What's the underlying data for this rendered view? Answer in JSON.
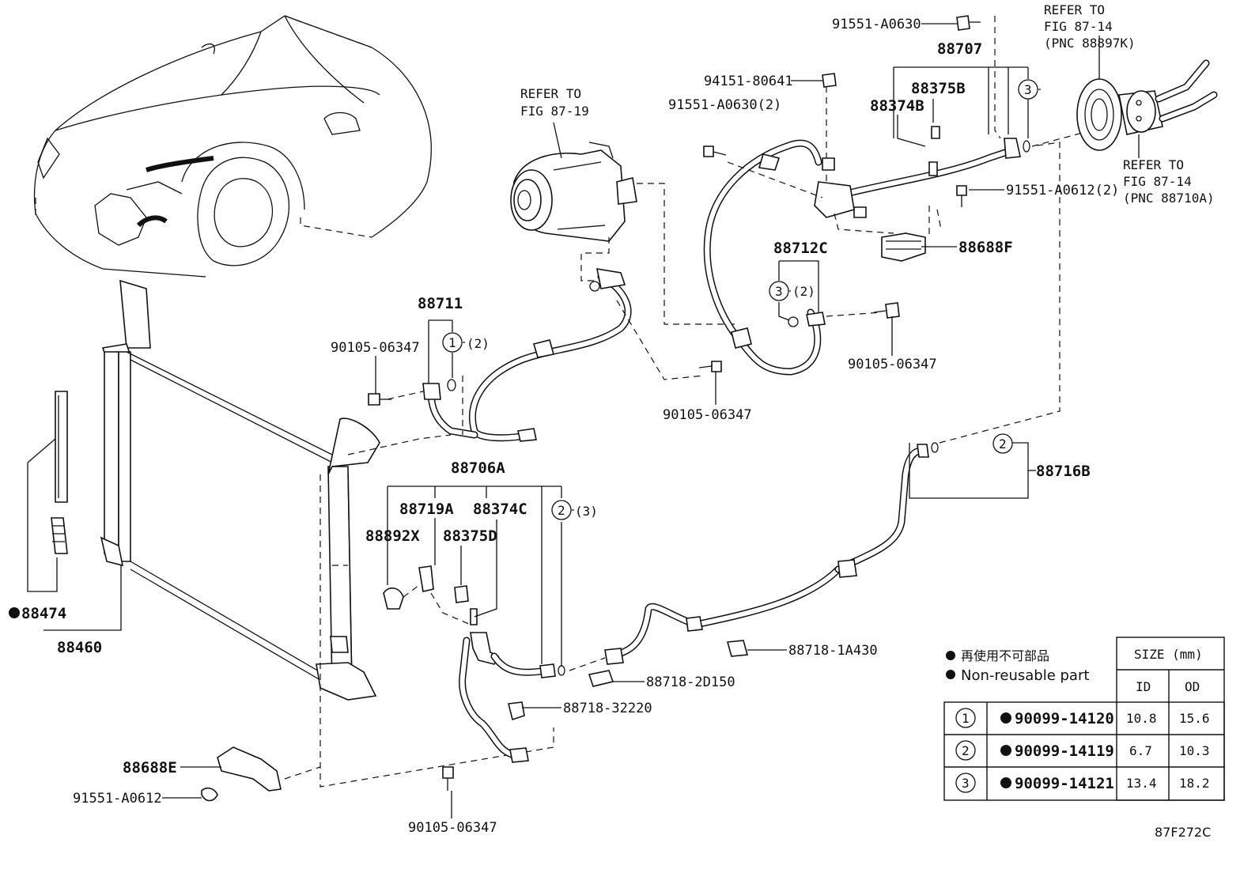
{
  "labels": {
    "p91551_A0630": "91551-A0630",
    "p88707": "88707",
    "ref_87_14_k_1": "REFER TO",
    "ref_87_14_k_2": "FIG 87-14",
    "ref_87_14_k_3": "(PNC 88897K)",
    "p94151_80641": "94151-80641",
    "p91551_A0630_2": "91551-A0630(2)",
    "p88375B": "88375B",
    "p88374B": "88374B",
    "ref_87_19_1": "REFER TO",
    "ref_87_19_2": "FIG 87-19",
    "ref_87_14_a_1": "REFER TO",
    "ref_87_14_a_2": "FIG 87-14",
    "ref_87_14_a_3": "(PNC 88710A)",
    "p91551_A0612_2": "91551-A0612(2)",
    "p88688F": "88688F",
    "p88712C": "88712C",
    "p88712C_qty": "(2)",
    "p88711": "88711",
    "p88711_qty": "(2)",
    "p90105_06347_a": "90105-06347",
    "p90105_06347_b": "90105-06347",
    "p90105_06347_c": "90105-06347",
    "p90105_06347_d": "90105-06347",
    "p88706A": "88706A",
    "p88716B": "88716B",
    "p88719A": "88719A",
    "p88374C": "88374C",
    "p88706A_qty": "(3)",
    "p88892X": "88892X",
    "p88375D": "88375D",
    "p88474": "88474",
    "p88460": "88460",
    "p88718_1A430": "88718-1A430",
    "p88718_2D150": "88718-2D150",
    "p88718_32220": "88718-32220",
    "p88688E": "88688E",
    "p91551_A0612": "91551-A0612",
    "figure_code": "87F272C",
    "circle_1": "1",
    "circle_2": "2",
    "circle_3": "3"
  },
  "legend": {
    "jp": "再使用不可部品",
    "en": "Non-reusable part"
  },
  "size_table": {
    "title": "SIZE (mm)",
    "col_id": "ID",
    "col_od": "OD",
    "rows": [
      {
        "mark": "1",
        "part": "90099-14120",
        "id": "10.8",
        "od": "15.6"
      },
      {
        "mark": "2",
        "part": "90099-14119",
        "id": "6.7",
        "od": "10.3"
      },
      {
        "mark": "3",
        "part": "90099-14121",
        "id": "13.4",
        "od": "18.2"
      }
    ]
  }
}
